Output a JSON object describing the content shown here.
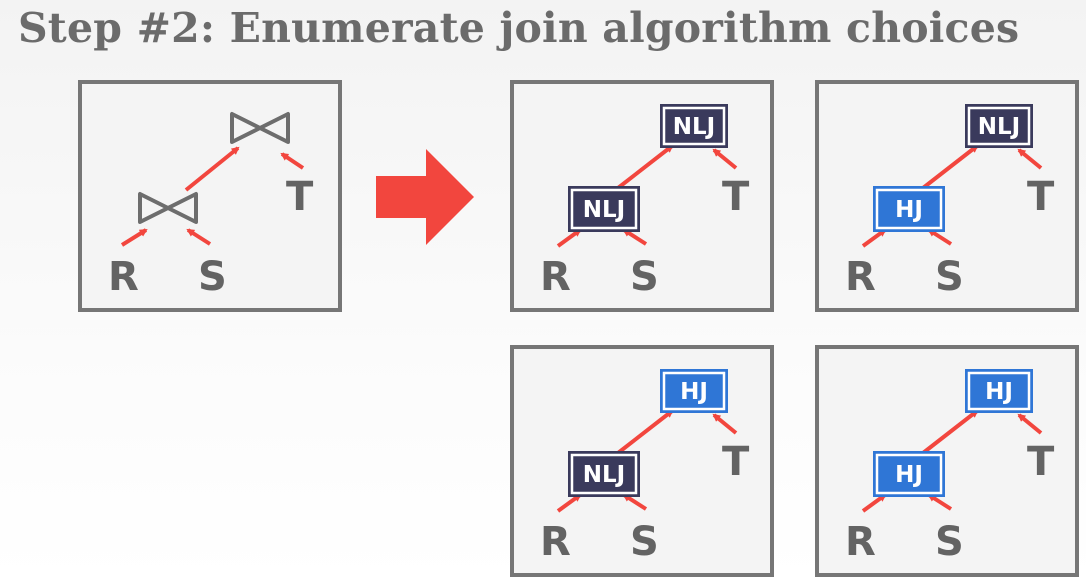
{
  "title": "Step #2: Enumerate join algorithm choices",
  "colors": {
    "edge": "#f2463e",
    "nlj": "#3a3a5c",
    "hj": "#2f76d6",
    "leaf": "#636363",
    "transform_arrow": "#f2463e"
  },
  "source_tree": {
    "join_symbol": "join-icon",
    "leaves": [
      "R",
      "S",
      "T"
    ]
  },
  "plans": [
    {
      "upper": "NLJ",
      "lower": "NLJ",
      "leaves": [
        "R",
        "S",
        "T"
      ]
    },
    {
      "upper": "NLJ",
      "lower": "HJ",
      "leaves": [
        "R",
        "S",
        "T"
      ]
    },
    {
      "upper": "HJ",
      "lower": "NLJ",
      "leaves": [
        "R",
        "S",
        "T"
      ]
    },
    {
      "upper": "HJ",
      "lower": "HJ",
      "leaves": [
        "R",
        "S",
        "T"
      ]
    }
  ]
}
